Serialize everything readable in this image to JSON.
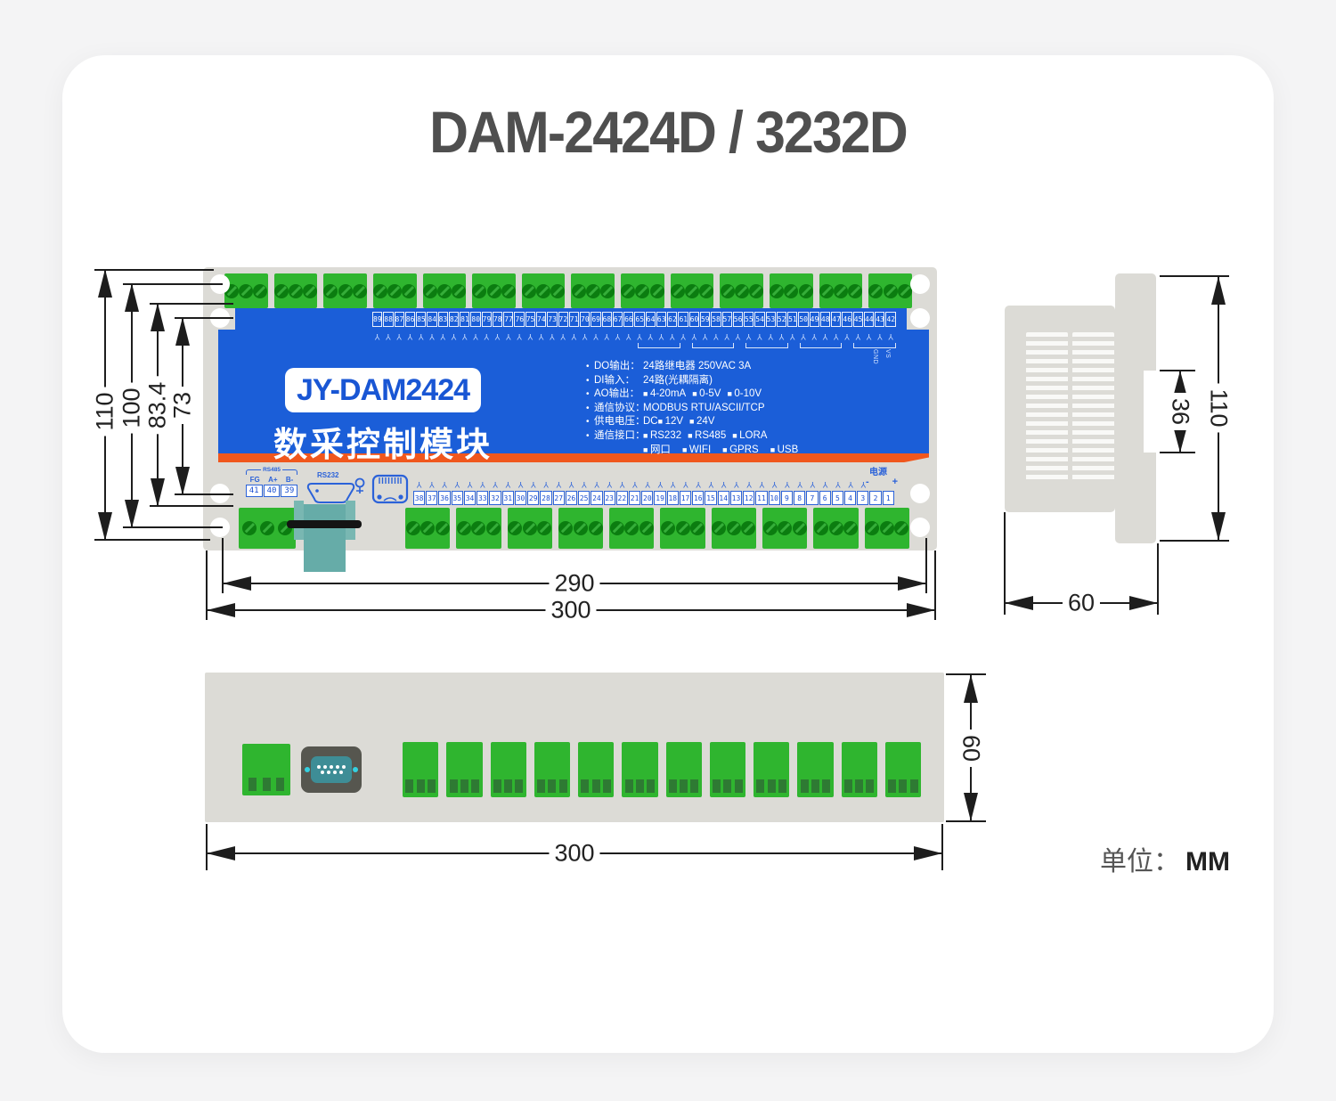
{
  "title": "DAM-2424D / 3232D",
  "unit_note": {
    "label": "单位：",
    "value": "MM"
  },
  "module": {
    "model_badge": "JY-DAM2424",
    "model_subtitle": "数采控制模块",
    "specs": [
      {
        "label": "DO输出：",
        "value": "24路继电器 250VAC 3A",
        "checks": []
      },
      {
        "label": "DI输入：",
        "value": "24路(光耦隔离)",
        "checks": []
      },
      {
        "label": "AO输出：",
        "value": "",
        "checks": [
          "4-20mA",
          "0-5V",
          "0-10V"
        ]
      },
      {
        "label": "通信协议：",
        "value": "MODBUS RTU/ASCII/TCP",
        "checks": []
      },
      {
        "label": "供电电压：",
        "value": "DC",
        "checks": [
          "12V",
          "24V"
        ]
      },
      {
        "label": "通信接口：",
        "value": "",
        "checks": [
          "RS232",
          "RS485",
          "LORA"
        ]
      },
      {
        "label": "",
        "value": "",
        "checks": [
          "网口",
          "WIFI",
          "GPRS",
          "USB"
        ],
        "indent": true,
        "wide": true
      }
    ],
    "top_terminal_numbers": [
      89,
      88,
      87,
      86,
      85,
      84,
      83,
      82,
      81,
      80,
      79,
      78,
      77,
      76,
      75,
      74,
      73,
      72,
      71,
      70,
      69,
      68,
      67,
      66,
      65,
      64,
      63,
      62,
      61,
      60,
      59,
      58,
      57,
      56,
      55,
      54,
      53,
      52,
      51,
      50,
      49,
      48,
      47,
      46,
      45,
      44,
      43,
      42
    ],
    "bottom_terminal_numbers": [
      38,
      37,
      36,
      35,
      34,
      33,
      32,
      31,
      30,
      29,
      28,
      27,
      26,
      25,
      24,
      23,
      22,
      21,
      20,
      19,
      18,
      17,
      16,
      15,
      14,
      13,
      12,
      11,
      10,
      9,
      8,
      7,
      6,
      5,
      4,
      3,
      2,
      1
    ],
    "top_pin_end_labels": [
      "GND",
      "VS"
    ],
    "rs485": {
      "label": "RS485",
      "pins": [
        "FG",
        "A+",
        "B-"
      ],
      "numbers": [
        "41",
        "40",
        "39"
      ]
    },
    "rs232_label": "RS232",
    "power_label": "电源",
    "power_pins": [
      "-",
      "+"
    ],
    "icons": [
      "rs232-db9-outline-icon",
      "usb-icon",
      "ethernet-rj45-icon"
    ]
  },
  "dimensions": {
    "front_left": [
      "110",
      "100",
      "83.4",
      "73"
    ],
    "front_bottom": [
      "290",
      "300"
    ],
    "side": [
      "110",
      "36",
      "60"
    ],
    "bottom_view": [
      "300",
      "60"
    ]
  },
  "colors": {
    "panel_blue": "#1b5ed8",
    "accent_orange": "#f0571d",
    "terminal_green": "#2fb52f",
    "plate_gray": "#dcdbd6",
    "label_blue": "#1956d4",
    "connector_teal": "#66aca8",
    "dim_line": "#1d1d1d",
    "title_gray": "#4f4f4f"
  }
}
